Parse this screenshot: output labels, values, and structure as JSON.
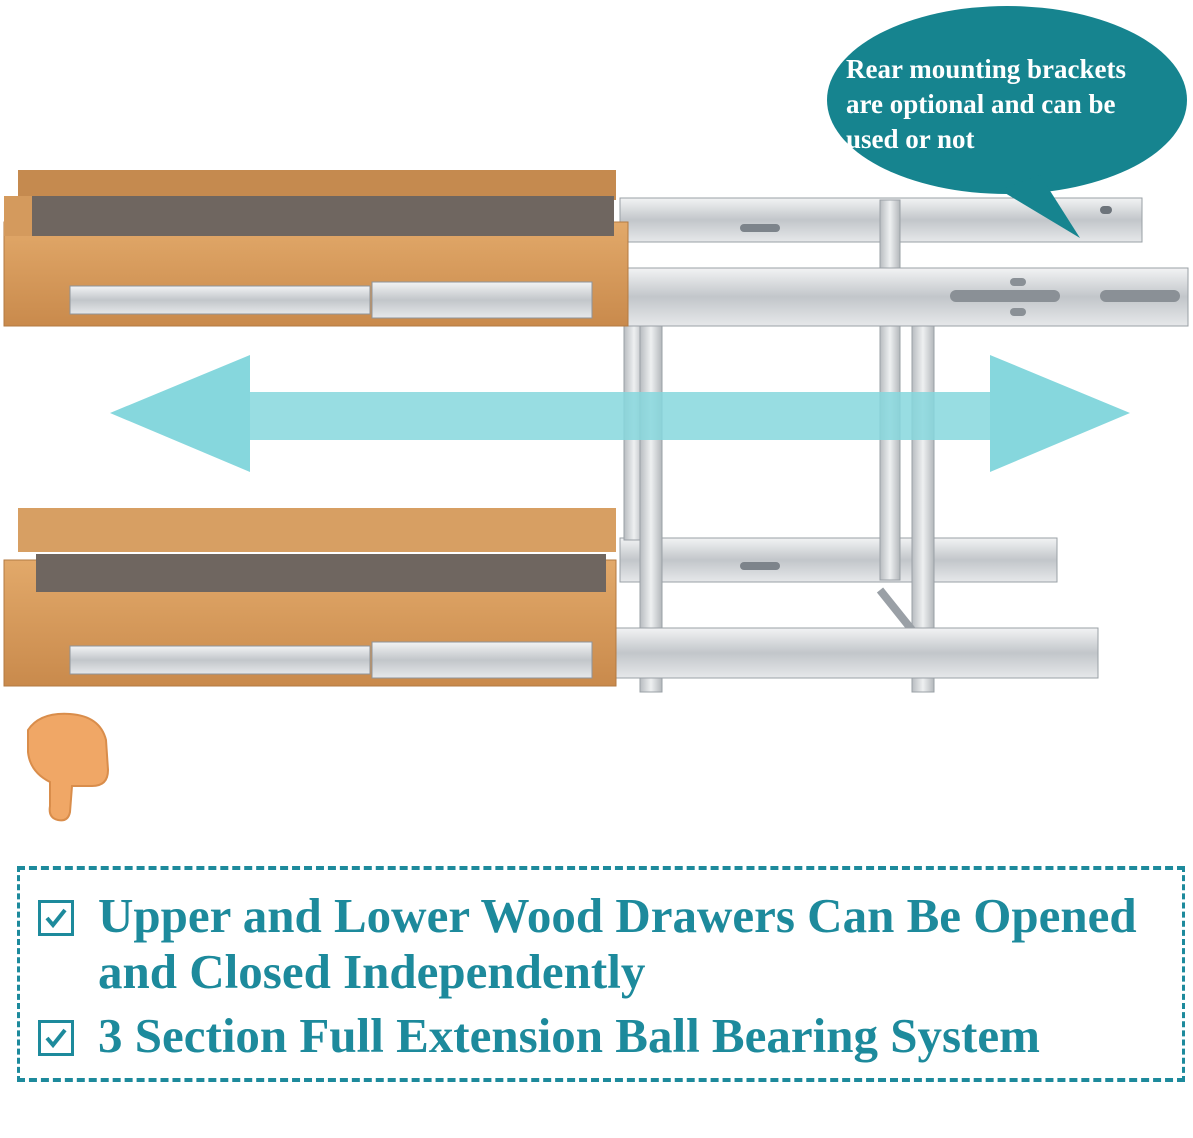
{
  "callout": {
    "lines": [
      "Rear mounting brackets",
      "are optional and can be",
      "used or not"
    ]
  },
  "features": [
    {
      "icon": "checkbox-checked-icon",
      "text_line1": "Upper and Lower Wood Drawers Can Be Opened",
      "text_line2": "and Closed Independently"
    },
    {
      "icon": "checkbox-checked-icon",
      "text_line1": "3 Section Full Extension Ball Bearing System"
    }
  ],
  "colors": {
    "teal": "#1d8a9c",
    "arrow": "#86d7dd",
    "wood": "#d79b5e",
    "hand": "#f0a766",
    "metal": "#c9ccd0"
  }
}
